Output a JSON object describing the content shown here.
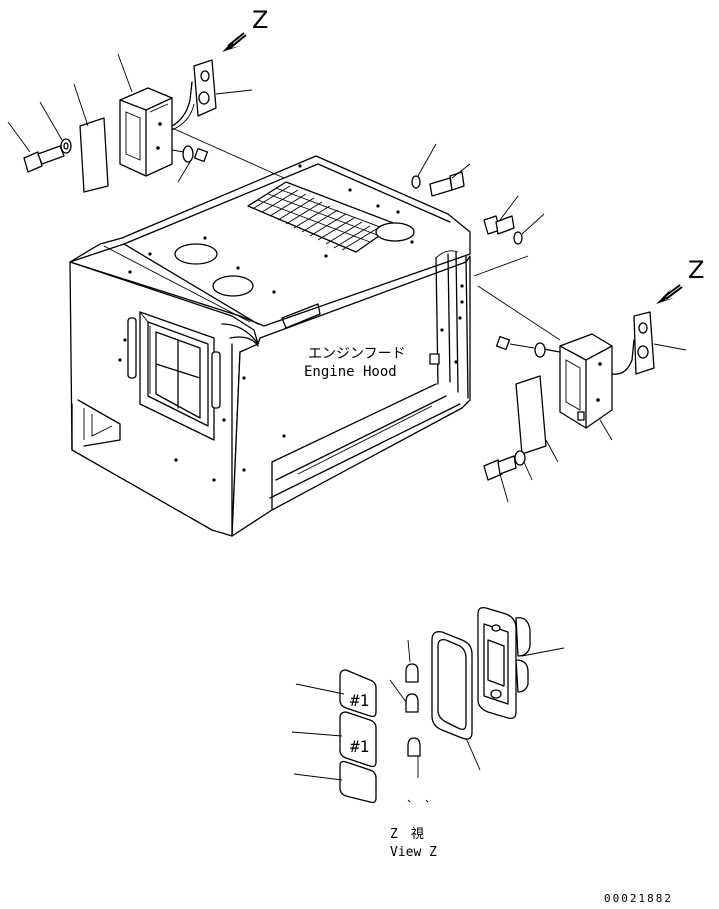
{
  "diagram": {
    "view_letter": "Z",
    "view_letter_right": "Z",
    "part_label_jp": "エンジンフード",
    "part_label_en": "Engine Hood",
    "view_caption_jp": "Z　視",
    "view_caption_en": "View Z",
    "plate_marks": [
      "#1",
      "#1",
      ""
    ],
    "drawing_number": "00021882"
  }
}
